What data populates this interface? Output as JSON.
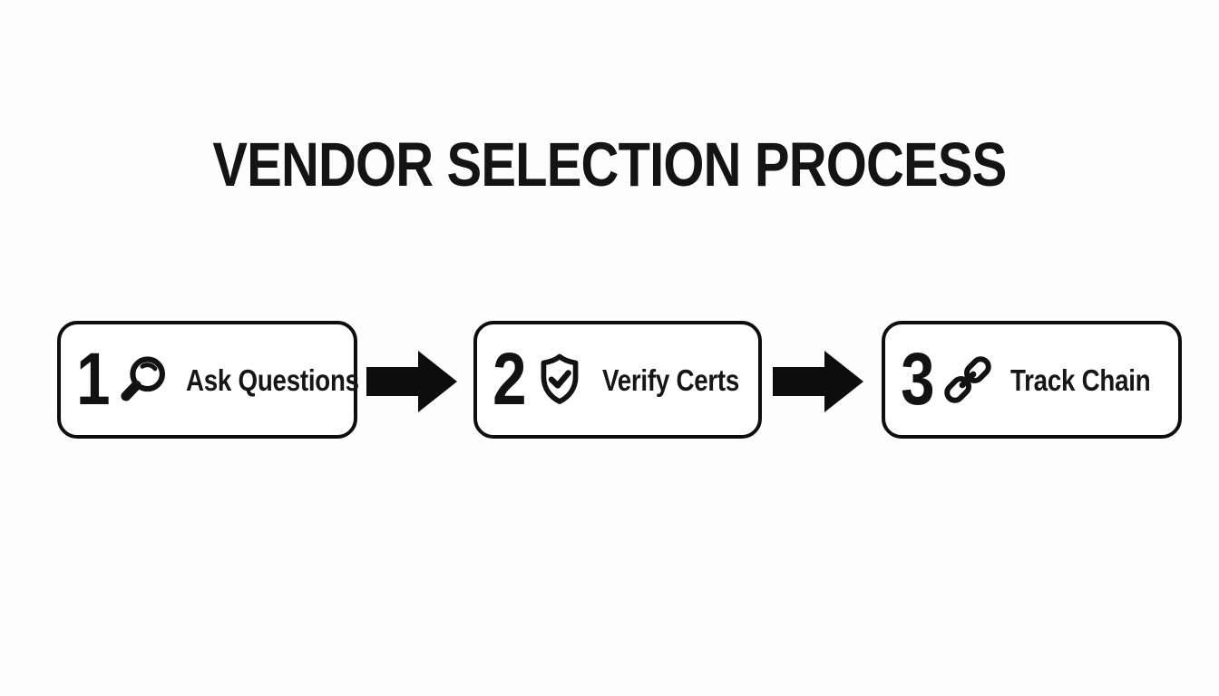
{
  "title": "VENDOR SELECTION PROCESS",
  "colors": {
    "background": "#fdfdfd",
    "ink": "#121212",
    "box_border": "#0e0e0e",
    "box_fill": "#ffffff"
  },
  "steps": [
    {
      "number": "1",
      "label": "Ask Questions",
      "icon": "magnifier-icon"
    },
    {
      "number": "2",
      "label": "Verify Certs",
      "icon": "shield-check-icon"
    },
    {
      "number": "3",
      "label": "Track Chain",
      "icon": "chain-link-icon"
    }
  ],
  "connector": {
    "icon": "arrow-right-icon"
  }
}
